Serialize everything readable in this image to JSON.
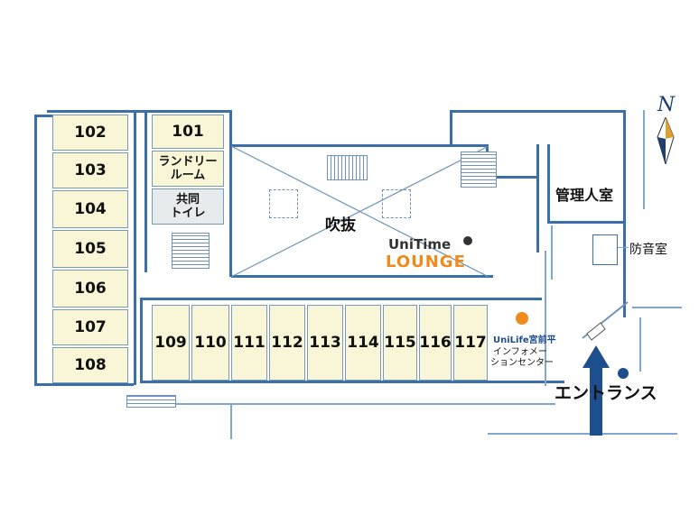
{
  "rooms_left": [
    "102",
    "103",
    "104",
    "105",
    "106",
    "107",
    "108"
  ],
  "rooms_bottom": [
    "109",
    "110",
    "111",
    "112",
    "113",
    "114",
    "115",
    "116",
    "117"
  ],
  "room_101": "101",
  "laundry": {
    "line1": "ランドリー",
    "line2": "ルーム"
  },
  "toilet": {
    "line1": "共同",
    "line2": "トイレ"
  },
  "atrium": "吹抜",
  "lounge": {
    "line1": "UniTime",
    "line2": "LOUNGE"
  },
  "management": "管理人室",
  "soundproof": "防音室",
  "info_center": {
    "line1": "UniLife宮前平",
    "line2": "インフォメー",
    "line3": "ションセンター"
  },
  "entrance": "エントランス",
  "north": "N",
  "colors": {
    "room_fill": "#f9f6d7",
    "wall": "#3a6fa8",
    "lounge_orange": "#f08a1c",
    "arrow": "#1d4f8f"
  }
}
